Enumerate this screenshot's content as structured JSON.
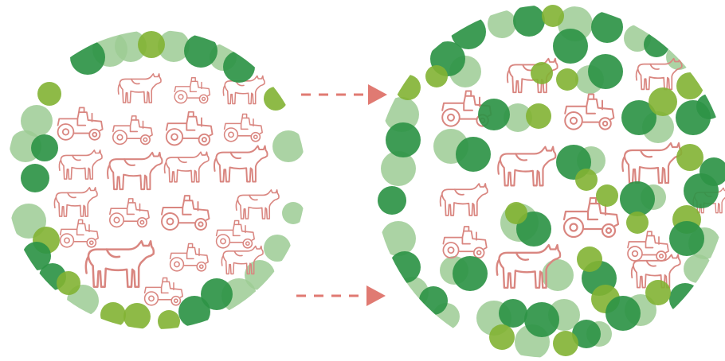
{
  "colors": {
    "dark_green": "#2e9446",
    "light_green": "#9ccb94",
    "olive_green": "#82b333",
    "icon_red": "#d98680",
    "arrow": "#e07a72"
  },
  "panels": [
    {
      "id": "before",
      "icons": [
        {
          "type": "cow-icon"
        },
        {
          "type": "tractor-icon"
        },
        {
          "type": "cow-icon"
        },
        {
          "type": "tractor-icon"
        },
        {
          "type": "tractor-icon"
        },
        {
          "type": "tractor-icon"
        },
        {
          "type": "tractor-icon"
        },
        {
          "type": "cow-icon"
        },
        {
          "type": "cow-icon"
        },
        {
          "type": "cow-icon"
        },
        {
          "type": "cow-icon"
        },
        {
          "type": "cow-icon"
        },
        {
          "type": "tractor-icon"
        },
        {
          "type": "tractor-icon"
        },
        {
          "type": "cow-icon"
        },
        {
          "type": "tractor-icon"
        },
        {
          "type": "tractor-icon"
        },
        {
          "type": "cow-icon"
        },
        {
          "type": "tractor-icon"
        },
        {
          "type": "cow-icon"
        },
        {
          "type": "tractor-icon"
        }
      ],
      "foliage": "sparse"
    },
    {
      "id": "after",
      "icons": [
        {
          "type": "cow-icon"
        },
        {
          "type": "cow-icon"
        },
        {
          "type": "tractor-icon"
        },
        {
          "type": "tractor-icon"
        },
        {
          "type": "cow-icon"
        },
        {
          "type": "cow-icon"
        },
        {
          "type": "cow-icon"
        },
        {
          "type": "tractor-icon"
        },
        {
          "type": "cow-icon"
        },
        {
          "type": "tractor-icon"
        },
        {
          "type": "tractor-icon"
        },
        {
          "type": "cow-icon"
        },
        {
          "type": "cow-icon"
        }
      ],
      "foliage": "dense"
    }
  ],
  "arrows": [
    {
      "name": "top-arrow-icon",
      "style": "dashed"
    },
    {
      "name": "bottom-arrow-icon",
      "style": "dashed"
    }
  ]
}
